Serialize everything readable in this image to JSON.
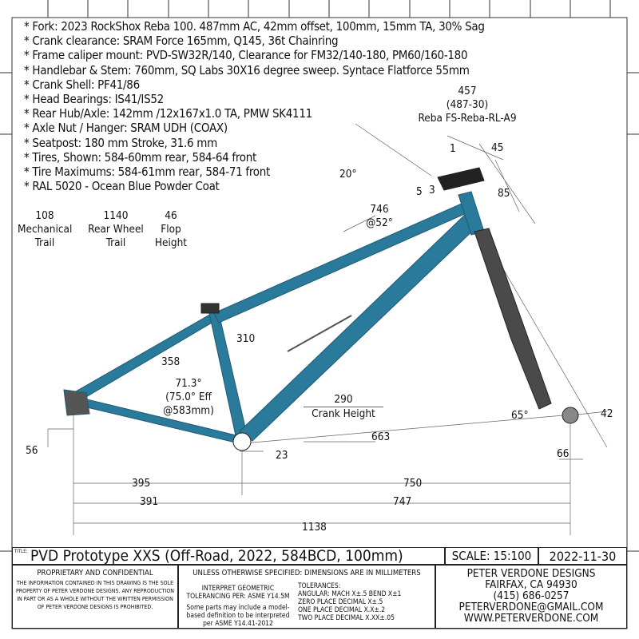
{
  "notes": [
    "* Fork: 2023 RockShox Reba 100. 487mm AC, 42mm offset, 100mm, 15mm TA, 30% Sag",
    "* Crank clearance: SRAM Force 165mm, Q145, 36t Chainring",
    "* Frame caliper mount: PVD-SW32R/140, Clearance for FM32/140-180, PM60/160-180",
    "* Handlebar & Stem: 760mm, SQ Labs 30X16 degree sweep. Syntace Flatforce 55mm",
    "* Crank Shell: PF41/86",
    "* Head Bearings: IS41/IS52",
    "* Rear Hub/Axle: 142mm /12x167x1.0 TA, PMW SK4111",
    "* Axle Nut / Hanger: SRAM UDH (COAX)",
    "* Seatpost: 180 mm Stroke, 31.6 mm",
    "* Tires, Shown: 584-60mm rear, 584-64 front",
    "* Tire Maximums: 584-61mm rear, 584-71 front",
    "* RAL 5020 - Ocean Blue Powder Coat"
  ],
  "geometry": {
    "mechanical_trail": {
      "value": "108",
      "label": "Mechanical Trail"
    },
    "rear_wheel_trail": {
      "value": "1140",
      "label": "Rear Wheel Trail"
    },
    "flop_height": {
      "value": "46",
      "label": "Flop Height"
    }
  },
  "dimensions": {
    "fork_length": "457",
    "fork_calc": "(487-30)",
    "fork_model": "Reba FS-Reba-RL-A9",
    "stem_spacer": "1",
    "stem_length": "45",
    "stem_angle": "20°",
    "headset_stack_a": "5",
    "headset_stack_b": "3",
    "head_tube": "85",
    "effective_top_tube": "746",
    "top_tube_angle": "@52°",
    "seat_tube": "310",
    "seat_tube_length": "358",
    "seat_angle": "71.3°",
    "seat_angle_eff": "(75.0° Eff",
    "seat_angle_eff_at": "@583mm)",
    "crank_height_value": "290",
    "crank_height_label": "Crank Height",
    "head_angle": "65°",
    "fork_offset": "42",
    "front_center_diag": "663",
    "axle_offset": "66",
    "bb_drop": "23",
    "rear_axle_height": "56",
    "chainstay_diag": "395",
    "chainstay": "391",
    "front_center_diag2": "750",
    "front_center": "747",
    "wheelbase": "1138"
  },
  "title_block": {
    "title_tag": "TITLE:",
    "title": "PVD Prototype XXS (Off-Road, 2022, 584BCD, 100mm)",
    "scale": "SCALE: 15:100",
    "date": "2022-11-30",
    "proprietary_heading": "PROPRIETARY AND CONFIDENTIAL",
    "proprietary_text": "THE INFORMATION CONTAINED IN THIS DRAWING IS THE SOLE PROPERTY OF PETER VERDONE DESIGNS. ANY REPRODUCTION IN PART OR AS A WHOLE WITHOUT THE WRITTEN PERMISSION OF PETER VERDONE DESIGNS IS PROHIBITED.",
    "spec_heading": "UNLESS OTHERWISE SPECIFIED: DIMENSIONS ARE IN MILLIMETERS",
    "interpret_line1": "INTERPRET GEOMETRIC",
    "interpret_line2": "TOLERANCING PER: ASME Y14.5M",
    "model_note": "Some parts may include a model-based definition to be interpreted per ASME Y14.41-2012",
    "tolerances_heading": "TOLERANCES:",
    "tol_angular": "ANGULAR: MACH X±.5   BEND X±1",
    "tol_zero": "ZERO PLACE DECIMAL  X±.5",
    "tol_one": "ONE PLACE DECIMAL   X.X±.2",
    "tol_two": "TWO PLACE DECIMAL   X.XX±.05",
    "company": "PETER VERDONE DESIGNS",
    "city": "FAIRFAX, CA 94930",
    "phone": "(415) 686-0257",
    "email": "PETERVERDONE@GMAIL.COM",
    "website": "WWW.PETERVERDONE.COM"
  },
  "colors": {
    "frame": "#2a7a9c",
    "fork": "#4a4a4a"
  }
}
